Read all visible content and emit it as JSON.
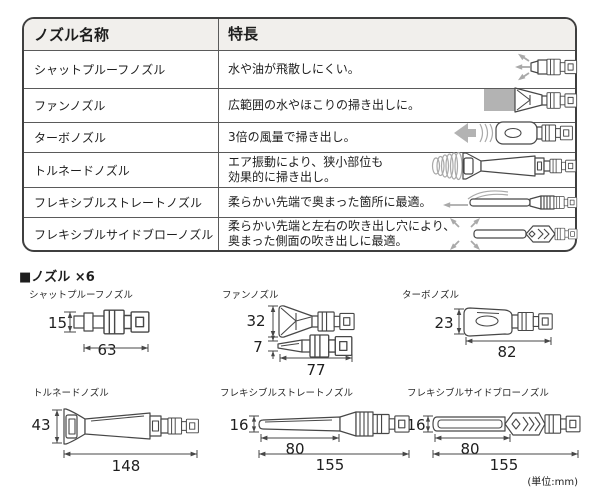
{
  "colors": {
    "table_border": "#3f3f3f",
    "header_bg": "#f1efec",
    "line_art": "#474747",
    "gray_fill": "#b3b3b3",
    "arrow_gray": "#a9a9a9",
    "text": "#1e1e1e"
  },
  "table": {
    "header": {
      "name": "ノズル名称",
      "feature": "特長"
    },
    "rows": [
      {
        "name": "シャットプルーフノズル",
        "feature_lines": [
          "水や油が飛散しにくい。"
        ],
        "icon": "shut-proof-nozzle-deflect-arrows"
      },
      {
        "name": "ファンノズル",
        "feature_lines": [
          "広範囲の水やほこりの掃き出しに。"
        ],
        "icon": "fan-nozzle-wide-spray"
      },
      {
        "name": "ターボノズル",
        "feature_lines": [
          "3倍の風量で掃き出し。"
        ],
        "icon": "turbo-nozzle-blast-arrow"
      },
      {
        "name": "トルネードノズル",
        "feature_lines": [
          "エア振動により、狭小部位も",
          "効果的に掃き出し。"
        ],
        "icon": "tornado-nozzle-spiral"
      },
      {
        "name": "フレキシブルストレートノズル",
        "feature_lines": [
          "柔らかい先端で奥まった箇所に最適。"
        ],
        "icon": "flexible-straight-nozzle-arrow"
      },
      {
        "name": "フレキシブルサイドブローノズル",
        "feature_lines": [
          "柔らかい先端と左右の吹き出し穴により、",
          "奥まった側面の吹き出しに最適。"
        ],
        "icon": "flexible-side-blow-nozzle-arrows"
      }
    ]
  },
  "diagram_section": {
    "heading": "■ノズル ×6",
    "unit_note": "(単位:mm)",
    "items": [
      {
        "label": "シャットプルーフノズル",
        "height_mm": "15",
        "length_mm": "63"
      },
      {
        "label": "ファンノズル",
        "height_mm": "32",
        "tip_height_mm": "7",
        "length_mm": "77"
      },
      {
        "label": "ターボノズル",
        "height_mm": "23",
        "length_mm": "82"
      },
      {
        "label": "トルネードノズル",
        "height_mm": "43",
        "length_mm": "148"
      },
      {
        "label": "フレキシブルストレートノズル",
        "height_mm": "16",
        "flex_length_mm": "80",
        "length_mm": "155"
      },
      {
        "label": "フレキシブルサイドブローノズル",
        "height_mm": "16",
        "flex_length_mm": "80",
        "length_mm": "155"
      }
    ]
  }
}
